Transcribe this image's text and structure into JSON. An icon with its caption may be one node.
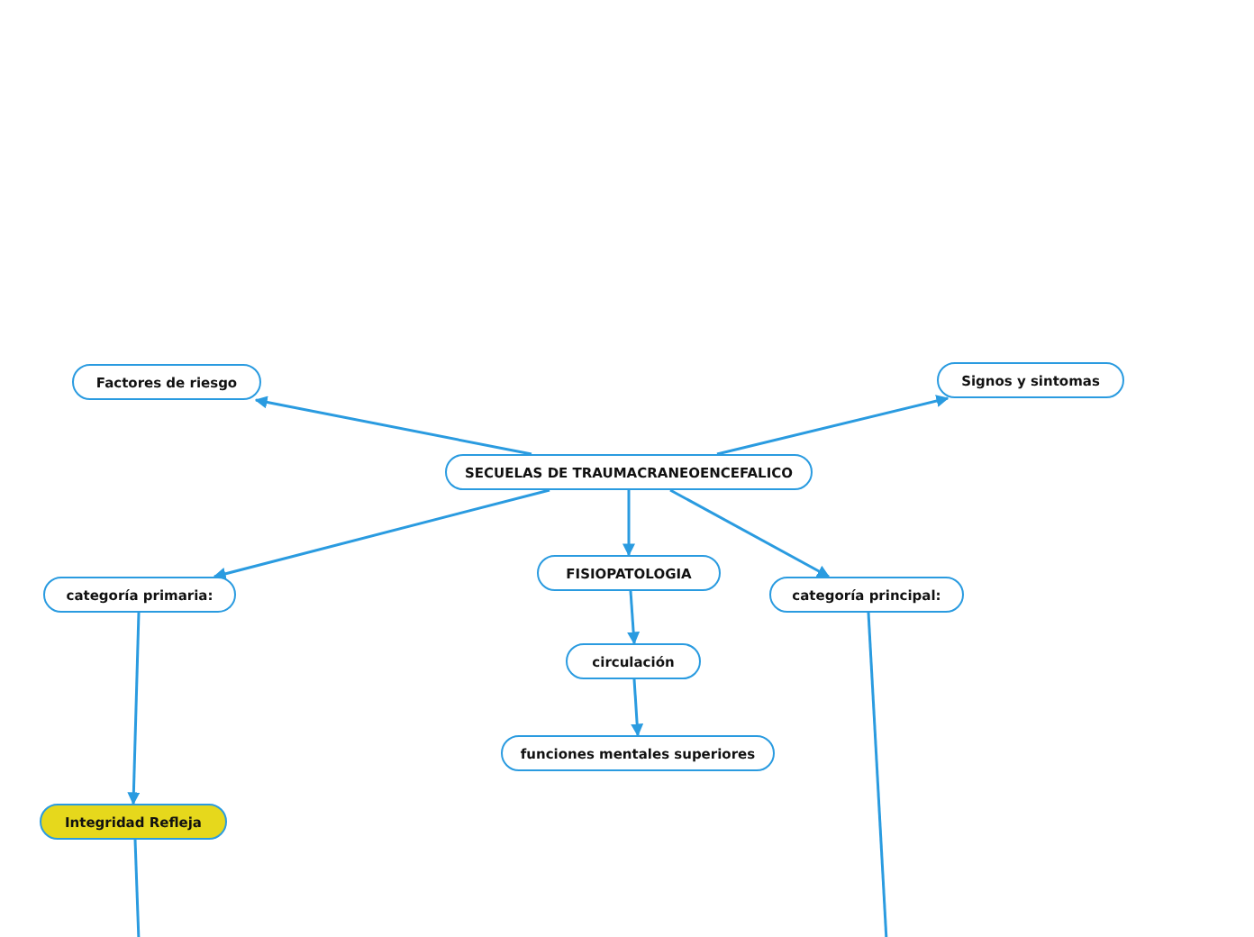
{
  "diagram": {
    "nodes": [
      {
        "text": [
          "SECUELAS DE TRAUMACRANEOENCEFALICO"
        ]
      },
      {
        "text": [
          "Factores de riesgo"
        ]
      },
      {
        "text": [
          "Signos y sintomas"
        ]
      },
      {
        "text": [
          "categoría primaria:"
        ]
      },
      {
        "text": [
          "FISIOPATOLOGIA"
        ]
      },
      {
        "text": [
          "categoría principal:"
        ]
      },
      {
        "text": [
          "circulación"
        ]
      },
      {
        "text": [
          "funciones mentales superiores"
        ]
      },
      {
        "text": [
          "Integridad Refleja"
        ]
      }
    ],
    "edges": [
      {
        "from": 0,
        "to": 1,
        "arrow": "to"
      },
      {
        "from": 0,
        "to": 2,
        "arrow": "to"
      },
      {
        "from": 0,
        "to": 3,
        "arrow": "to"
      },
      {
        "from": 0,
        "to": 4,
        "arrow": "to"
      },
      {
        "from": 0,
        "to": 5,
        "arrow": "to"
      },
      {
        "from": 4,
        "to": 6,
        "arrow": "to"
      },
      {
        "from": 6,
        "to": 7,
        "arrow": "to"
      },
      {
        "from": 3,
        "to": 8,
        "arrow": "to"
      },
      {
        "from": 8,
        "to": null,
        "arrow": "none"
      },
      {
        "from": 5,
        "to": null,
        "arrow": "none"
      }
    ]
  }
}
